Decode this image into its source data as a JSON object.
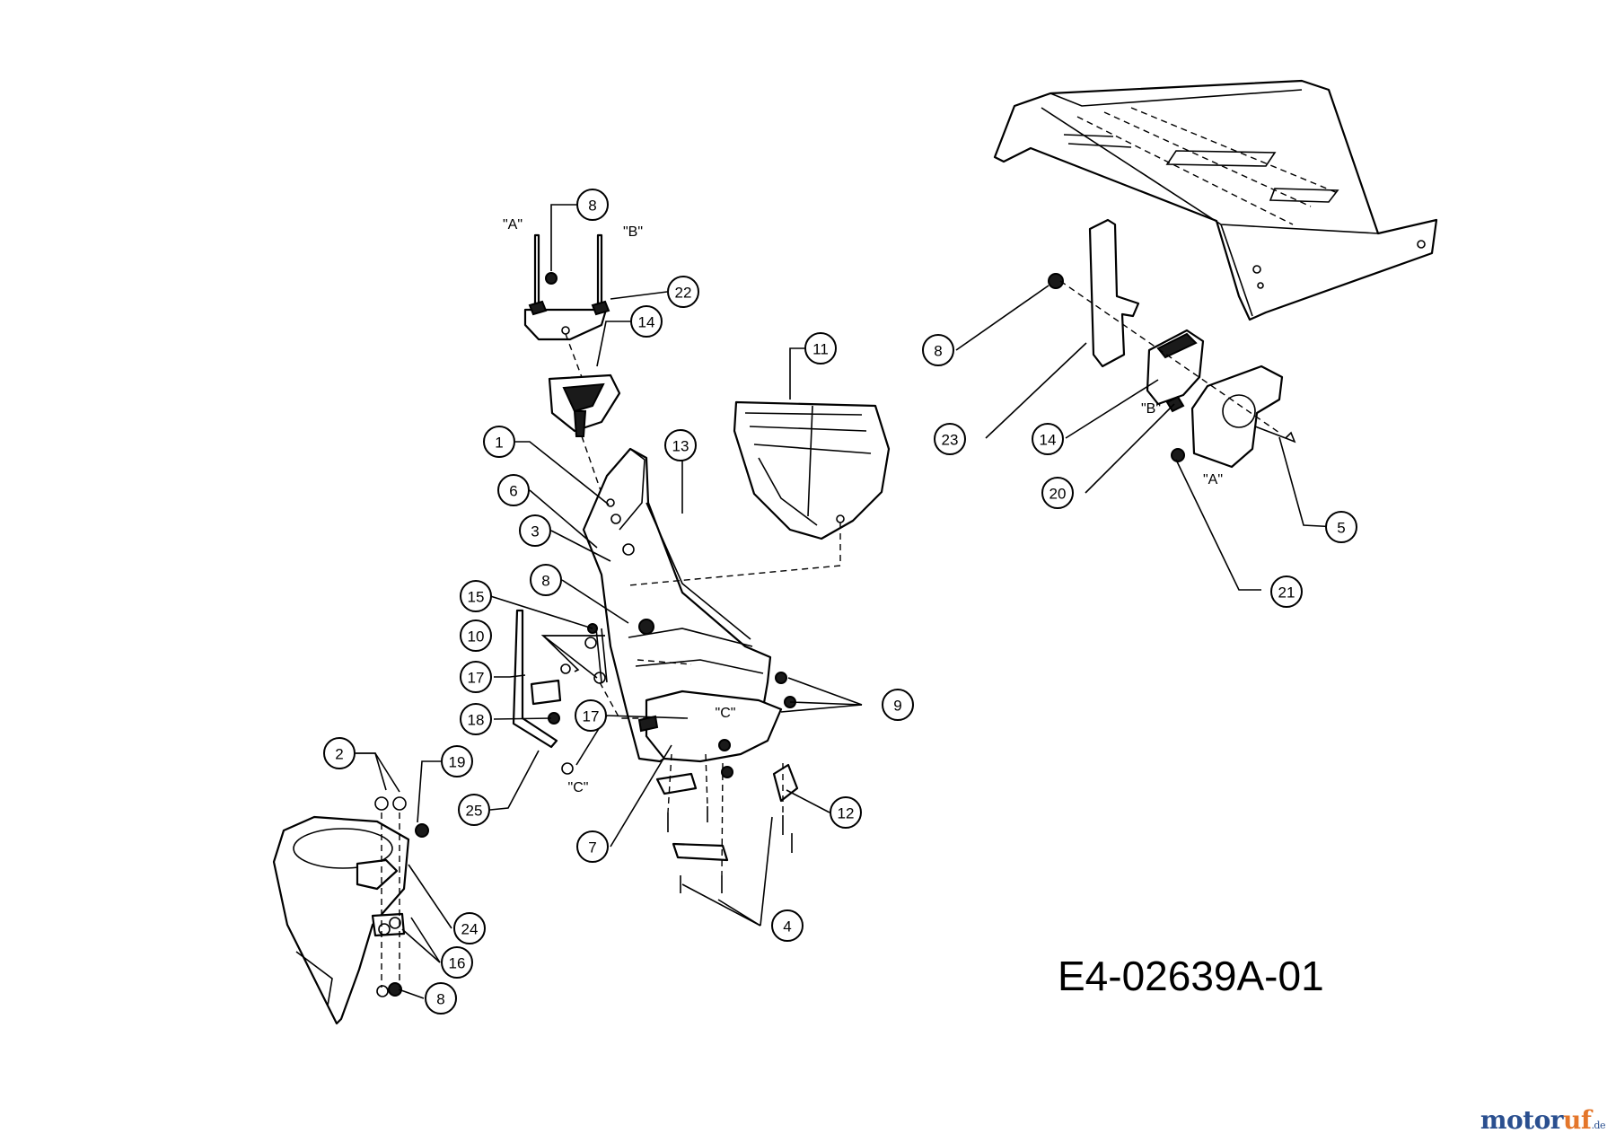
{
  "drawing_code": "E4-02639A-01",
  "watermark": {
    "main": "motor",
    "accent": "uf",
    "tld": ".de"
  },
  "reference_marks": {
    "a": "\"A\"",
    "b": "\"B\"",
    "c": "\"C\""
  },
  "callouts": {
    "c1": "1",
    "c2": "2",
    "c3": "3",
    "c4": "4",
    "c5": "5",
    "c6": "6",
    "c7": "7",
    "c8_top": "8",
    "c8_mid": "8",
    "c8_right": "8",
    "c8_bottom": "8",
    "c9": "9",
    "c10": "10",
    "c11": "11",
    "c12": "12",
    "c13": "13",
    "c14_top": "14",
    "c14_right": "14",
    "c15": "15",
    "c16": "16",
    "c17_left": "17",
    "c17_mid": "17",
    "c18": "18",
    "c19": "19",
    "c20": "20",
    "c21": "21",
    "c22": "22",
    "c23": "23",
    "c24": "24",
    "c25": "25"
  }
}
